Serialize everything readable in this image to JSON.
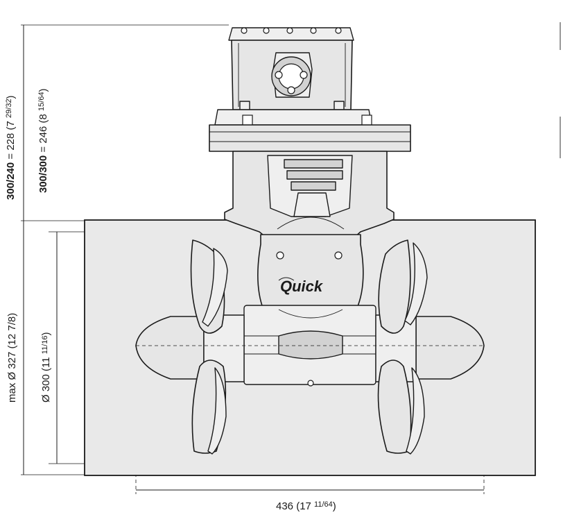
{
  "dimensions": {
    "height_300_240": {
      "bold": "300/240",
      "rest": " = 228 (7 ",
      "frac": "29/32",
      "close": ")"
    },
    "height_300_300": {
      "bold": "300/300",
      "rest": " = 246 (8 ",
      "frac": "15/64",
      "close": ")"
    },
    "max_diameter": {
      "text": "max Ø 327 (12 7/8)"
    },
    "tunnel_diameter": {
      "main": "Ø 300 (11 ",
      "frac": "11/16",
      "close": ")"
    },
    "width": {
      "main": "436 (17 ",
      "frac": "11/64",
      "close": ")"
    }
  },
  "brand": {
    "logo_text": "Quick"
  },
  "colors": {
    "line": "#1a1a1a",
    "fill": "#e6e6e6",
    "background": "#ffffff"
  }
}
